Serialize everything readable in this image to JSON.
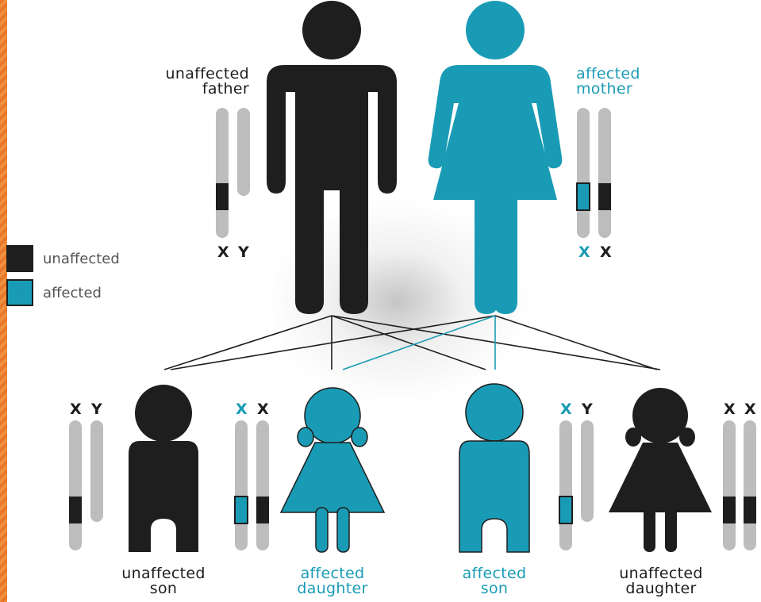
{
  "colors": {
    "unaffected": "#1e1e1e",
    "affected": "#1a9bb5",
    "chromosome": "#bdbdbd"
  },
  "legend": [
    {
      "label": "unaffected",
      "status": "unaffected"
    },
    {
      "label": "affected",
      "status": "affected"
    }
  ],
  "parents": {
    "father": {
      "line1": "unaffected",
      "line2": "father",
      "status": "unaffected",
      "chromosomes": [
        "X",
        "Y"
      ]
    },
    "mother": {
      "line1": "affected",
      "line2": "mother",
      "status": "affected",
      "chromosomes": [
        "X",
        "X"
      ]
    }
  },
  "children": [
    {
      "line1": "unaffected",
      "line2": "son",
      "status": "unaffected",
      "chromosomes": [
        "X",
        "Y"
      ]
    },
    {
      "line1": "affected",
      "line2": "daughter",
      "status": "affected",
      "chromosomes": [
        "X",
        "X"
      ]
    },
    {
      "line1": "affected",
      "line2": "son",
      "status": "affected",
      "chromosomes": [
        "X",
        "Y"
      ]
    },
    {
      "line1": "unaffected",
      "line2": "daughter",
      "status": "unaffected",
      "chromosomes": [
        "X",
        "X"
      ]
    }
  ]
}
